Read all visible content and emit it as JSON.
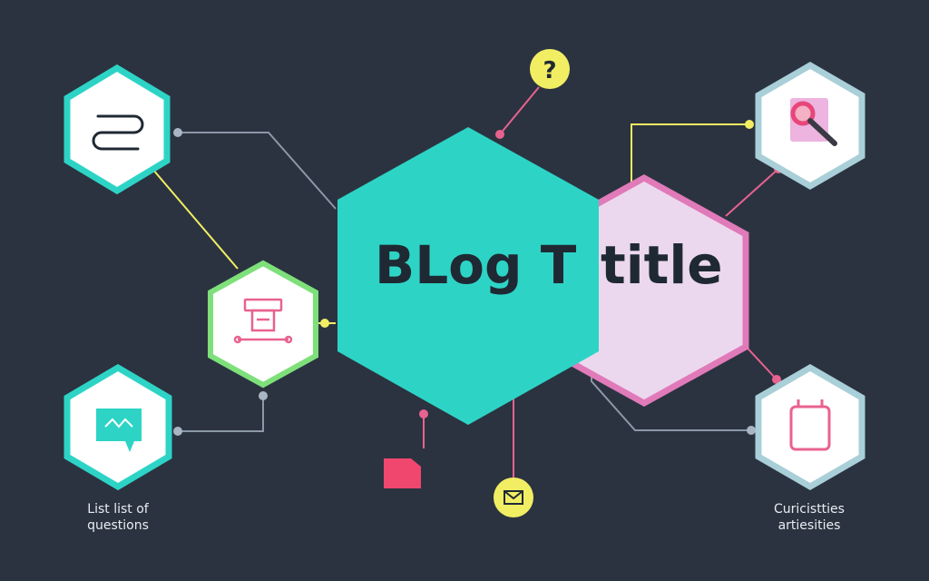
{
  "title": {
    "left": "BLog T",
    "right": "title"
  },
  "labels": {
    "bottom_left": [
      "List list of",
      "questions"
    ],
    "bottom_right": [
      "Curicistties",
      "artiesities"
    ]
  },
  "colors": {
    "background": "#2b3340",
    "teal": "#2dd4c6",
    "pink": "#e07ab8",
    "pink_fill": "#ecd8ee",
    "green": "#7ee07a",
    "light_blue": "#a9cfd8",
    "yellow": "#f2ee63",
    "pink_line": "#e8628f",
    "gray_line": "#8c98a8"
  },
  "icons": {
    "top_left": "link-icon",
    "mid_left": "device-icon",
    "bottom_left": "chat-icon",
    "top_right": "search-icon",
    "bottom_right": "bag-icon",
    "top_center": "question-icon",
    "bottom_center": "mail-icon",
    "bottom_mid": "tag-icon"
  }
}
